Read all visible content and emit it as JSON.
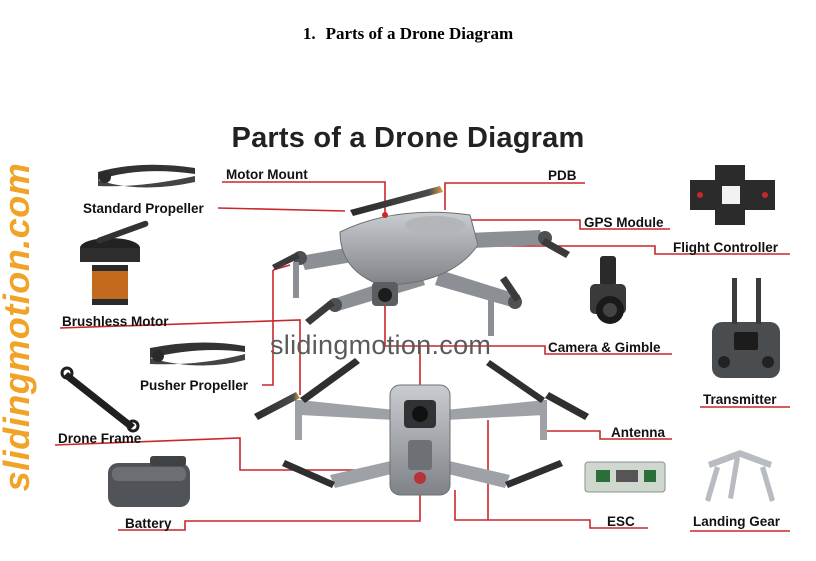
{
  "document": {
    "heading_number": "1.",
    "heading_text": "Parts of a Drone Diagram"
  },
  "diagram": {
    "title": "Parts of a Drone Diagram",
    "watermark_side": "slidingmotion.com",
    "watermark_center": "slidingmotion.com",
    "labels": {
      "motor_mount": "Motor Mount",
      "pdb": "PDB",
      "standard_propeller": "Standard Propeller",
      "gps_module": "GPS Module",
      "flight_controller": "Flight Controller",
      "brushless_motor": "Brushless Motor",
      "camera_gimble": "Camera & Gimble",
      "pusher_propeller": "Pusher Propeller",
      "transmitter": "Transmitter",
      "drone_frame": "Drone Frame",
      "antenna": "Antenna",
      "battery": "Battery",
      "esc": "ESC",
      "landing_gear": "Landing Gear"
    },
    "colors": {
      "leader_line": "#c8272d",
      "watermark": "#f0a327",
      "drone_body": "#9ea2a6",
      "propeller": "#3a3a3a",
      "prop_tip": "#d9a04a"
    }
  }
}
